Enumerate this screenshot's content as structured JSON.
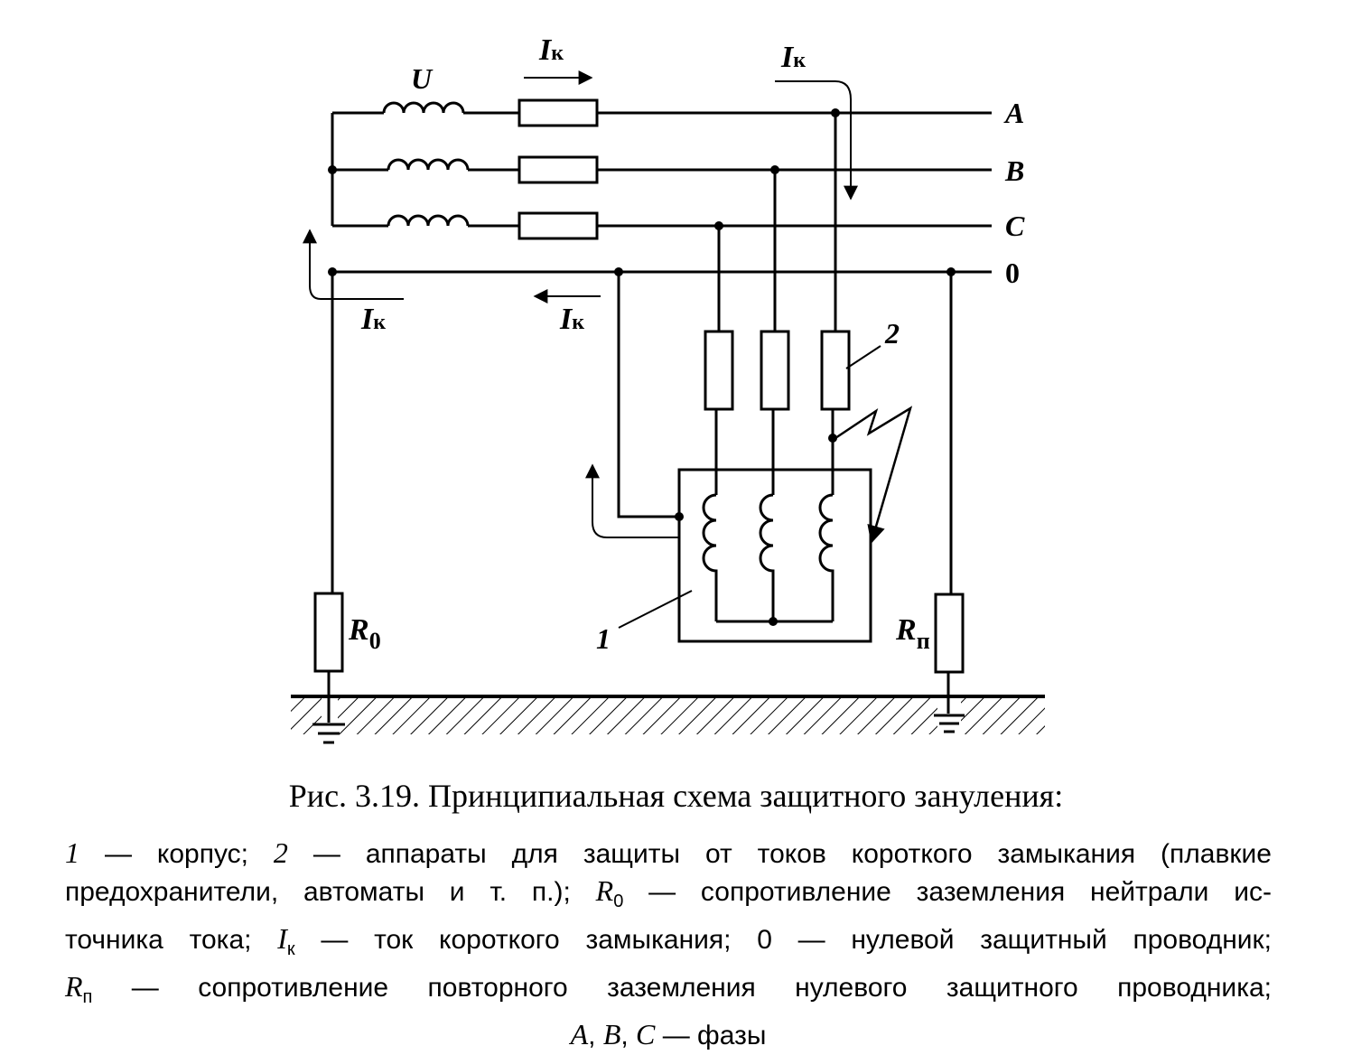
{
  "diagram": {
    "phase_labels": {
      "A": "A",
      "B": "B",
      "C": "C",
      "zero": "0"
    },
    "source_label": "U",
    "current_label": "I",
    "current_subscript": "к",
    "housing_number": "1",
    "apparatus_number": "2",
    "r0": {
      "main": "R",
      "sub": "0"
    },
    "rp": {
      "main": "R",
      "sub": "п"
    }
  },
  "caption": {
    "title": "Рис. 3.19. Принципиальная схема защитного зануления:",
    "l1_n1": "1",
    "l1_t1": " — корпус; ",
    "l1_n2": "2",
    "l1_t2": " — аппараты для защиты от токов короткого замыкания (плавкие",
    "l2_t1": "предохранители, автоматы и т. п.); ",
    "l2_r": "R",
    "l2_rsub": "0",
    "l2_t2": " — сопротивление заземления нейтрали ис-",
    "l3_t1": "точника тока; ",
    "l3_i": "I",
    "l3_isub": "к",
    "l3_t2": " — ток короткого замыкания; 0 — нулевой защитный проводник;",
    "l4_r": "R",
    "l4_rsub": "п",
    "l4_t2": " — сопротивление повторного заземления нулевого защитного проводника;",
    "l5_a": "A",
    "l5_c1": ", ",
    "l5_b": "B",
    "l5_c2": ", ",
    "l5_c": "C",
    "l5_t": " — фазы"
  }
}
